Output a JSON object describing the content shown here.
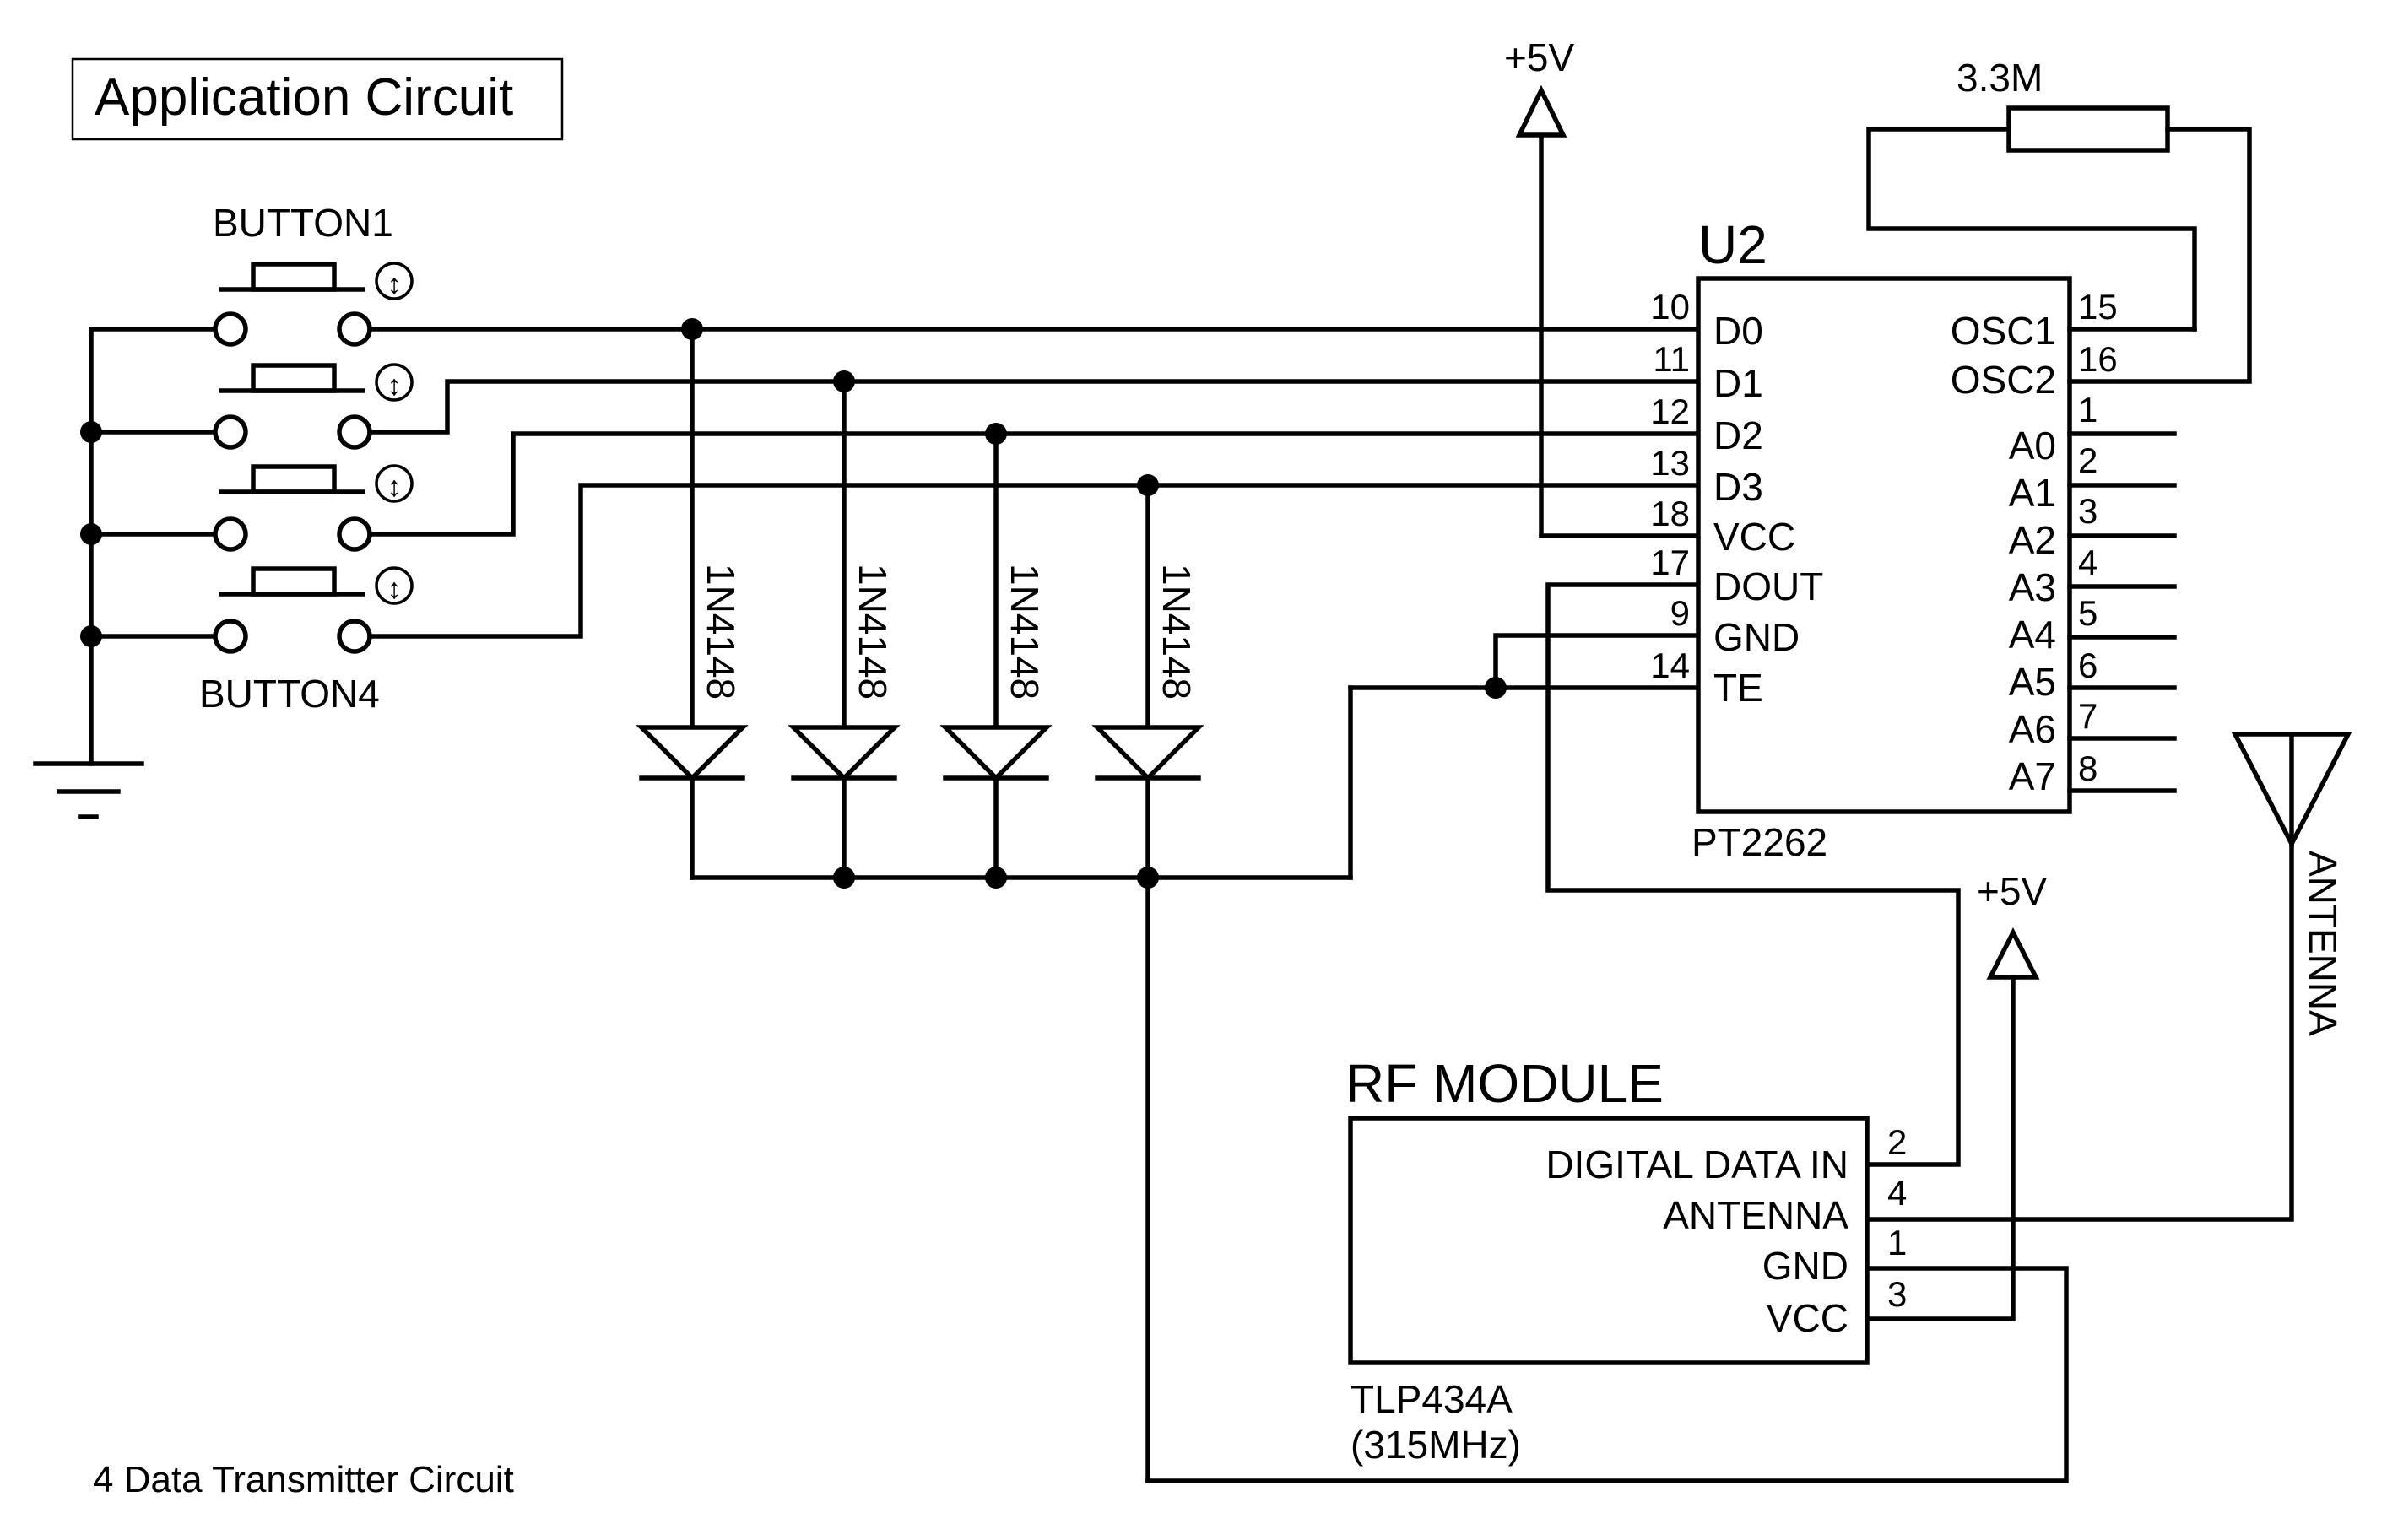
{
  "title": "Application Circuit",
  "footer": "4 Data Transmitter Circuit",
  "buttons": {
    "top_label": "BUTTON1",
    "bottom_label": "BUTTON4"
  },
  "supply": {
    "top": "+5V",
    "rf": "+5V"
  },
  "resistor": {
    "value": "3.3M"
  },
  "diodes": [
    "1N4148",
    "1N4148",
    "1N4148",
    "1N4148"
  ],
  "encoder": {
    "ref": "U2",
    "part": "PT2262",
    "left_pins": [
      {
        "num": "10",
        "name": "D0"
      },
      {
        "num": "11",
        "name": "D1"
      },
      {
        "num": "12",
        "name": "D2"
      },
      {
        "num": "13",
        "name": "D3"
      },
      {
        "num": "18",
        "name": "VCC"
      },
      {
        "num": "17",
        "name": "DOUT"
      },
      {
        "num": "9",
        "name": "GND"
      },
      {
        "num": "14",
        "name": "TE"
      }
    ],
    "right_pins": [
      {
        "num": "15",
        "name": "OSC1"
      },
      {
        "num": "16",
        "name": "OSC2"
      },
      {
        "num": "1",
        "name": "A0"
      },
      {
        "num": "2",
        "name": "A1"
      },
      {
        "num": "3",
        "name": "A2"
      },
      {
        "num": "4",
        "name": "A3"
      },
      {
        "num": "5",
        "name": "A4"
      },
      {
        "num": "6",
        "name": "A5"
      },
      {
        "num": "7",
        "name": "A6"
      },
      {
        "num": "8",
        "name": "A7"
      }
    ]
  },
  "rf_module": {
    "title": "RF MODULE",
    "part": "TLP434A",
    "freq": "(315MHz)",
    "pins": [
      {
        "num": "2",
        "name": "DIGITAL DATA IN"
      },
      {
        "num": "4",
        "name": "ANTENNA"
      },
      {
        "num": "1",
        "name": "GND"
      },
      {
        "num": "3",
        "name": "VCC"
      }
    ]
  },
  "antenna_label": "ANTENNA"
}
